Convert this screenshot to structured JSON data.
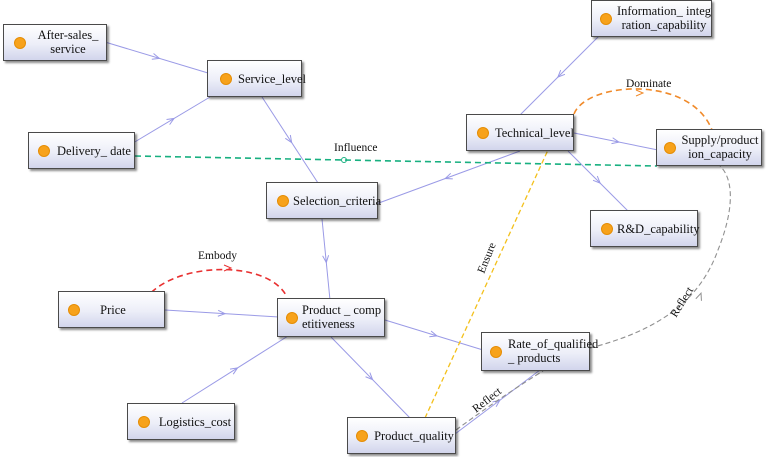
{
  "nodes": {
    "after_sales": [
      "After-sales_",
      "service"
    ],
    "service_level": [
      "Service_level"
    ],
    "delivery_date": [
      "Delivery_ date"
    ],
    "selection_criteria": [
      "Selection_criteria"
    ],
    "info_integration": [
      "Information_ integ",
      "ration_capability"
    ],
    "technical_level": [
      "Technical_level"
    ],
    "supply_production": [
      "Supply/product",
      "ion_capacity"
    ],
    "rd_capability": [
      "R&D_capability"
    ],
    "price": [
      "Price"
    ],
    "product_competitiveness": [
      "Product _ comp",
      "etitiveness"
    ],
    "rate_qualified": [
      "Rate_of_qualified",
      "_ products"
    ],
    "logistics_cost": [
      "Logistics_cost"
    ],
    "product_quality": [
      "Product_quality"
    ]
  },
  "edge_labels": {
    "influence": "Influence",
    "dominate": "Dominate",
    "embody": "Embody",
    "ensure": "Ensure",
    "reflect_upper": "Reflect",
    "reflect_lower": "Reflect"
  },
  "colors": {
    "solid_edge": "#9a9ae6",
    "influence": "#18b080",
    "dominate": "#f08a2a",
    "embody": "#e83030",
    "ensure": "#f3c01b",
    "reflect": "#909090",
    "node_dot": "#f7a21b"
  }
}
